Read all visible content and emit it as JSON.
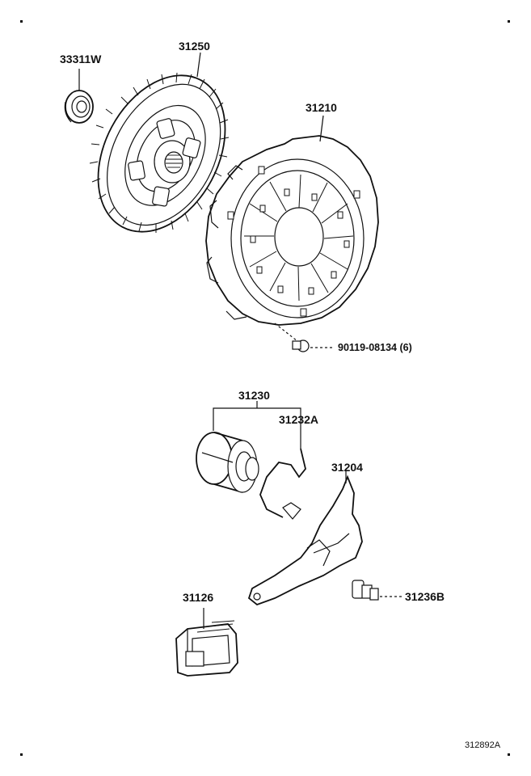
{
  "diagram": {
    "callouts": {
      "seal": "33311W",
      "clutch_disc": "31250",
      "clutch_cover": "31210",
      "cover_bolt": "90119-08134 (6)",
      "release_bearing": "31230",
      "bearing_clip": "31232A",
      "release_fork": "31204",
      "pivot_stud": "31236B",
      "fork_boot": "31126"
    },
    "figure_code": "312892A"
  }
}
